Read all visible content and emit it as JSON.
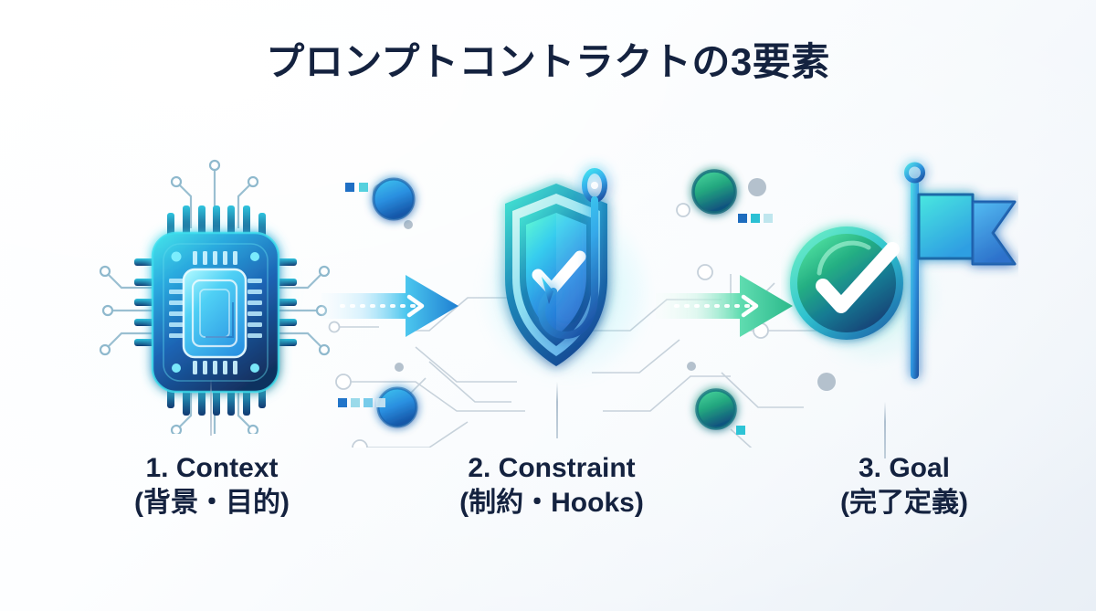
{
  "slide": {
    "title": "プロンプトコントラクトの3要素",
    "title_color": "#14223f",
    "background_colors": [
      "#ffffff",
      "#f3f7fb",
      "#e9eff6"
    ]
  },
  "steps": [
    {
      "index": "1",
      "icon": "microchip-icon",
      "label_en": "1. Context",
      "label_ja": "(背景・目的)",
      "accent_color": "#1d7fd4"
    },
    {
      "index": "2",
      "icon": "shield-check-hook-icon",
      "label_en": "2. Constraint",
      "label_ja": "(制約・Hooks)",
      "accent_color": "#2bb8d8"
    },
    {
      "index": "3",
      "icon": "check-circle-flag-icon",
      "label_en": "3. Goal",
      "label_ja": "(完了定義)",
      "accent_color": "#2fbf8f"
    }
  ],
  "arrows": [
    {
      "name": "arrow-context-to-constraint",
      "from": "1. Context",
      "to": "2. Constraint",
      "color_start": "#eaf7ff",
      "color_end": "#1f8fd8"
    },
    {
      "name": "arrow-constraint-to-goal",
      "from": "2. Constraint",
      "to": "3. Goal",
      "color_start": "#f0fbf6",
      "color_end": "#33c08c"
    }
  ],
  "decoration": {
    "circuit_line_color": "#c3ced9",
    "node_blue": "#1f7fd0",
    "node_green": "#2ab886",
    "chip_colors": {
      "light": "#6de6f2",
      "mid": "#2a9fe0",
      "dark": "#12305c"
    }
  }
}
